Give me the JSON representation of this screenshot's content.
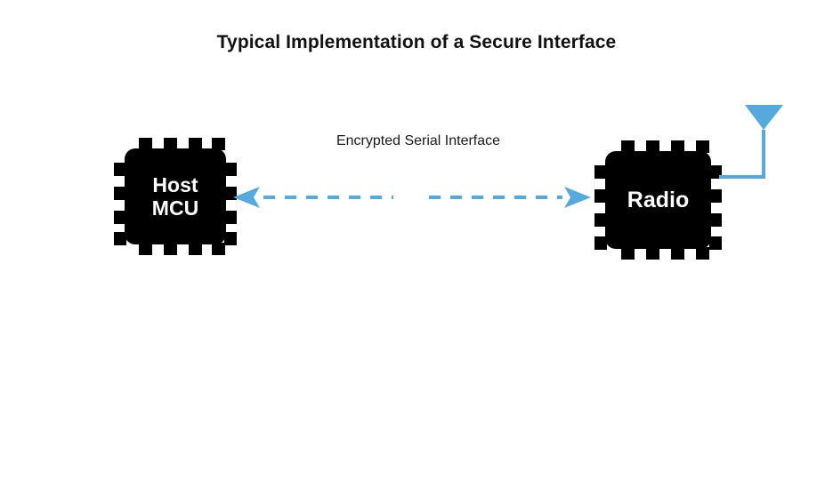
{
  "page": {
    "title": "Typical Implementation of a Secure Interface",
    "background_color": "#ffffff"
  },
  "colors": {
    "accent_blue": "#55aadd",
    "chip_fill": "#000000",
    "chip_text": "#ffffff",
    "title_text": "#111111",
    "label_text": "#1a1a1a"
  },
  "diagram": {
    "type": "block-diagram",
    "nodes": [
      {
        "id": "host-mcu",
        "label": "Host\nMCU",
        "shape": "integrated-circuit",
        "pins_per_side": 4,
        "fill": "#000000",
        "text_color": "#ffffff"
      },
      {
        "id": "radio",
        "label": "Radio",
        "shape": "integrated-circuit",
        "pins_per_side": 4,
        "fill": "#000000",
        "text_color": "#ffffff"
      },
      {
        "id": "antenna",
        "label": "antenna",
        "shape": "triangle-antenna",
        "fill": "#55aadd"
      }
    ],
    "connections": [
      {
        "id": "serial-link",
        "label": "Encrypted Serial Interface",
        "from": "host-mcu",
        "to": "radio",
        "style": "dashed",
        "direction": "bidirectional",
        "color": "#55aadd"
      },
      {
        "id": "antenna-feed",
        "from": "radio",
        "to": "antenna",
        "style": "solid",
        "direction": "none",
        "color": "#55aadd"
      }
    ]
  },
  "icons": {
    "arrow_left": "arrow-left-icon",
    "arrow_right": "arrow-right-icon",
    "antenna": "antenna-icon"
  }
}
